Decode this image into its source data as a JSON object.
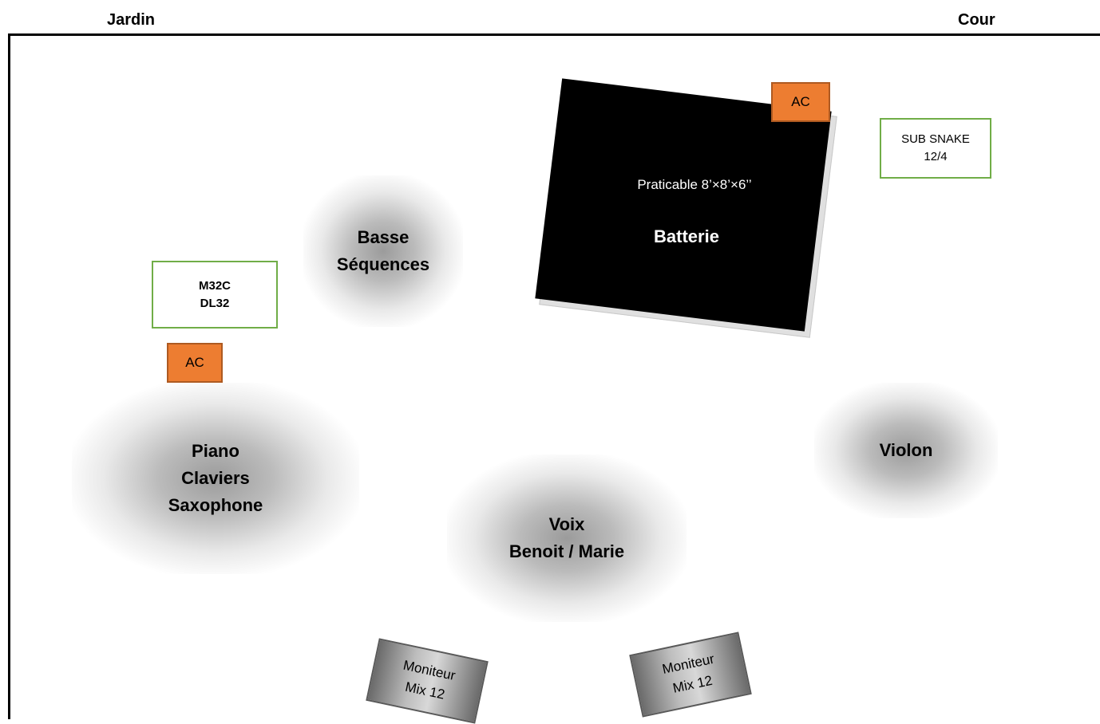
{
  "sides": {
    "left": "Jardin",
    "right": "Cour"
  },
  "riser": {
    "dimensions": "Praticable 8’×8’×6’’",
    "instrument": "Batterie"
  },
  "zones": {
    "bass": "Basse\nSéquences",
    "piano": "Piano\nClaviers\nSaxophone",
    "voice": "Voix\nBenoit / Marie",
    "violin": "Violon"
  },
  "power": {
    "top": "AC",
    "left": "AC"
  },
  "gear": {
    "console_line1": "M32C",
    "console_line2": "DL32",
    "snake_line1": "SUB SNAKE",
    "snake_line2": "12/4"
  },
  "monitors": {
    "left_line1": "Moniteur",
    "left_line2": "Mix 12",
    "right_line1": "Moniteur",
    "right_line2": "Mix 12"
  },
  "colors": {
    "ac_fill": "#ed7d31",
    "gear_border": "#70ad47",
    "riser_fill": "#000000"
  }
}
